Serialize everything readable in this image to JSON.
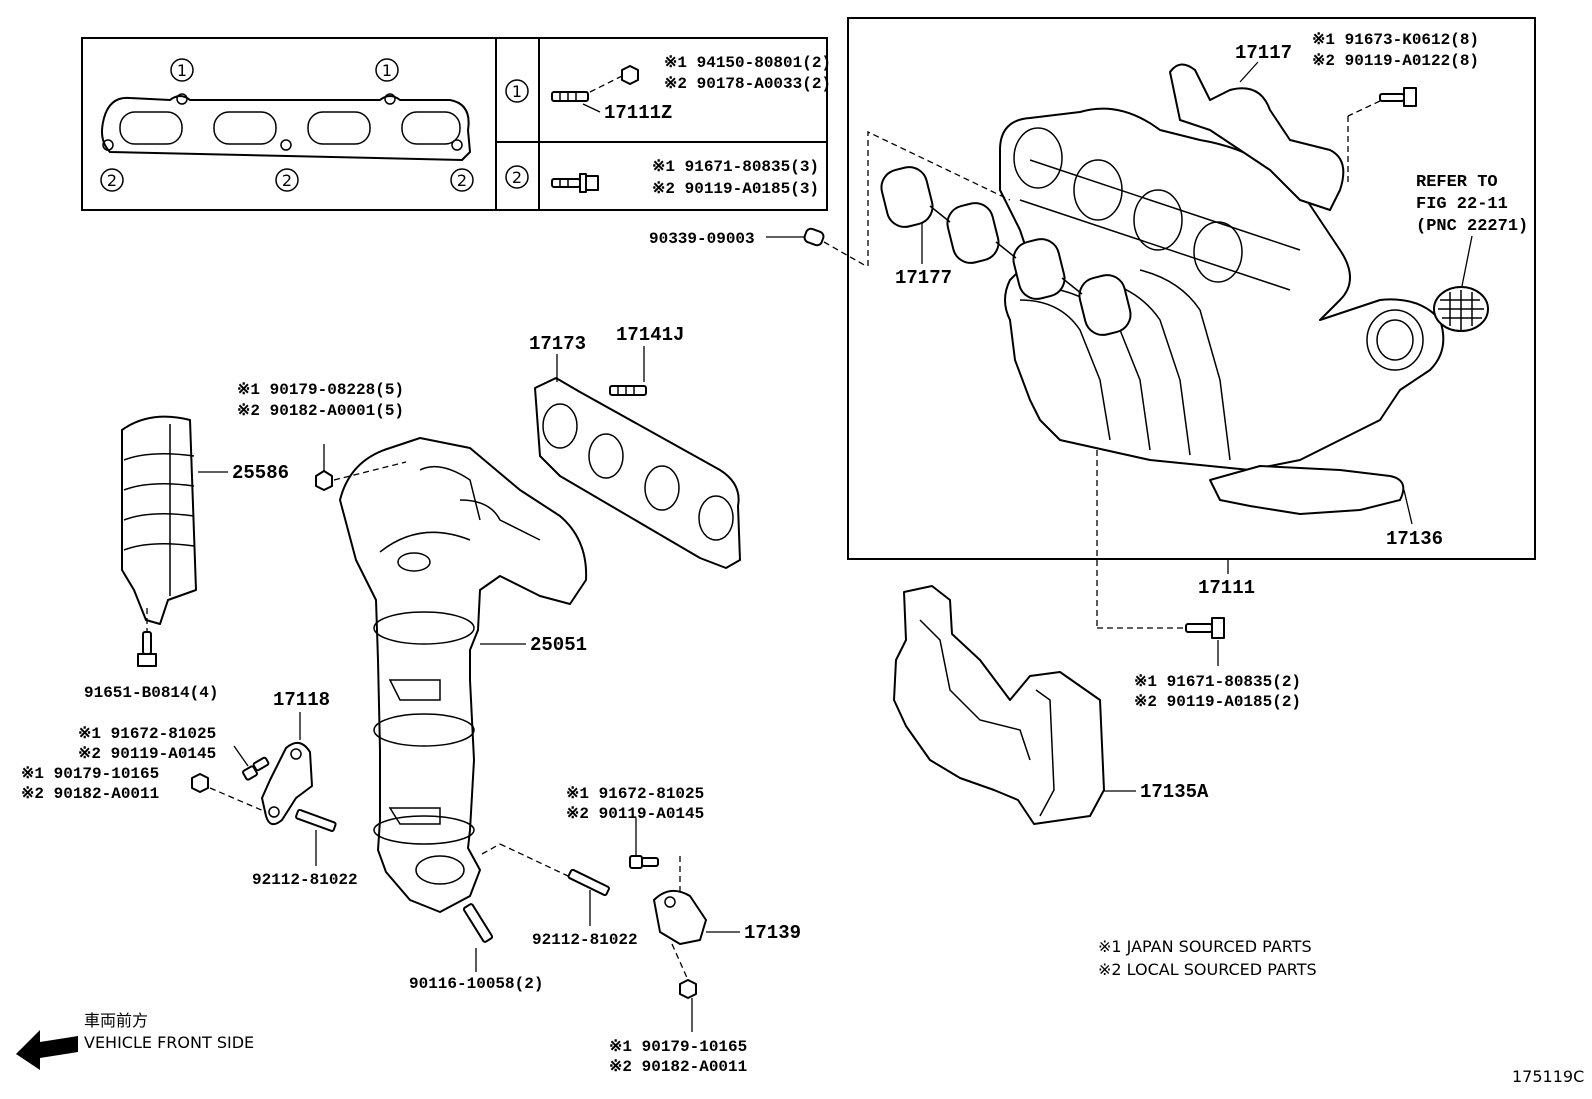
{
  "inset": {
    "circle_1": "1",
    "circle_2": "2",
    "row1_note_a": "※1 94150-80801(2)",
    "row1_note_b": "※2 90178-A0033(2)",
    "row1_part": "17111Z",
    "row2_note_a": "※1 91671-80835(3)",
    "row2_note_b": "※2 90119-A0185(3)"
  },
  "intake": {
    "p17117": "17117",
    "p17177": "17177",
    "p17136": "17136",
    "p17111": "17111",
    "bolt_note_a": "※1 91673-K0612(8)",
    "bolt_note_b": "※2 90119-A0122(8)",
    "ref_line1": "REFER TO",
    "ref_line2": "FIG 22-11",
    "ref_line3": "(PNC 22271)",
    "p90339": "90339-09003"
  },
  "exhaust": {
    "p17173": "17173",
    "p17141J": "17141J",
    "nut_note_a": "※1 90179-08228(5)",
    "nut_note_b": "※2 90182-A0001(5)",
    "p25586": "25586",
    "p25051": "25051",
    "p91651": "91651-B0814(4)",
    "p17118": "17118",
    "bracket_bolt_a": "※1 91672-81025",
    "bracket_bolt_b": "※2 90119-A0145",
    "bracket_nut_a": "※1 90179-10165",
    "bracket_nut_b": "※2 90182-A0011",
    "p92112_left": "92112-81022",
    "p92112_right": "92112-81022",
    "p90116": "90116-10058(2)",
    "p17139": "17139",
    "clamp_bolt_a": "※1 91672-81025",
    "clamp_bolt_b": "※2 90119-A0145",
    "clamp_nut_a": "※1 90179-10165",
    "clamp_nut_b": "※2 90182-A0011"
  },
  "lower_right": {
    "bolt_note_a": "※1 91671-80835(2)",
    "bolt_note_b": "※2 90119-A0185(2)",
    "p17135A": "17135A",
    "legend_1": "※1 JAPAN SOURCED PARTS",
    "legend_2": "※2 LOCAL SOURCED PARTS"
  },
  "front": {
    "jp": "車両前方",
    "en": "VEHICLE FRONT SIDE"
  },
  "figure_id": "175119C"
}
